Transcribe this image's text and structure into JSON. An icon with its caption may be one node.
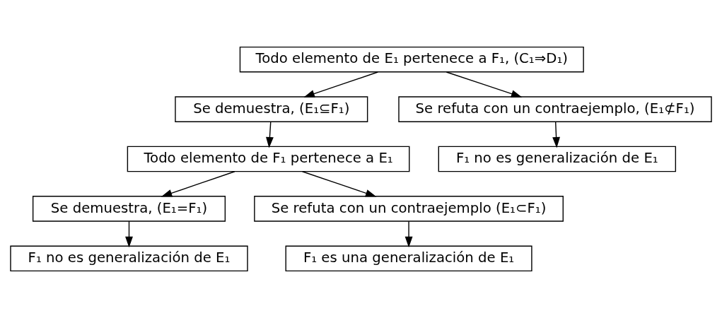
{
  "diagram": {
    "nodes": [
      {
        "text": [
          "Todo elemento de E₁ pertenece a F₁, (C₁⇒D₁)"
        ]
      },
      {
        "text": [
          "Se demuestra, (E₁⊆F₁)"
        ]
      },
      {
        "text": [
          "Se refuta con un contraejemplo, (E₁⊄F₁)"
        ]
      },
      {
        "text": [
          "F₁ no es generalización de E₁"
        ]
      },
      {
        "text": [
          "Todo elemento de F₁ pertenece a E₁"
        ]
      },
      {
        "text": [
          "Se demuestra, (E₁=F₁)"
        ]
      },
      {
        "text": [
          "Se refuta con un contraejemplo (E₁⊂F₁)"
        ]
      },
      {
        "text": [
          "F₁ no es generalización de E₁"
        ]
      },
      {
        "text": [
          "F₁ es una generalización de E₁"
        ]
      }
    ],
    "edges": [
      {
        "from": 0,
        "to": 1,
        "arrow": "to"
      },
      {
        "from": 0,
        "to": 2,
        "arrow": "to"
      },
      {
        "from": 2,
        "to": 3,
        "arrow": "to"
      },
      {
        "from": 1,
        "to": 4,
        "arrow": "to"
      },
      {
        "from": 4,
        "to": 5,
        "arrow": "to"
      },
      {
        "from": 4,
        "to": 6,
        "arrow": "to"
      },
      {
        "from": 5,
        "to": 7,
        "arrow": "to"
      },
      {
        "from": 6,
        "to": 8,
        "arrow": "to"
      }
    ]
  }
}
